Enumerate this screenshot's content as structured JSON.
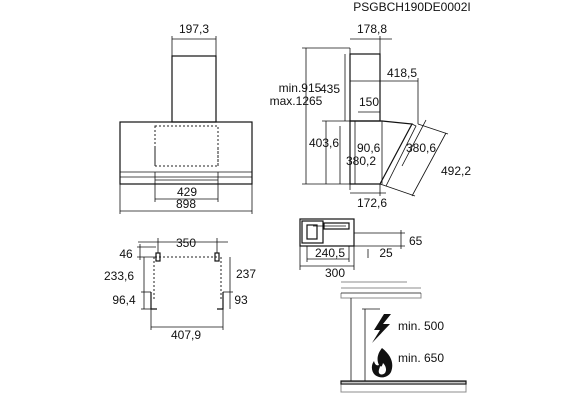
{
  "reference_code": "PSGBCH190DE0002I",
  "front_view": {
    "chimney_width": "197,3",
    "inner_width": "429",
    "total_width": "898"
  },
  "side_view": {
    "depth_top": "178,8",
    "height_label_min": "min.915",
    "height_label_max": "max.1265",
    "chimney_height": "435",
    "glass_depth": "418,5",
    "outlet": "150",
    "hood_height": "403,6",
    "inner_height": "380,2",
    "canopy_offset": "90,6",
    "glass_height": "380,6",
    "glass_width": "492,2",
    "bottom_depth": "172,6"
  },
  "bracket_view": {
    "top_width": "350",
    "top_offset": "46",
    "left_height": "233,6",
    "right_height": "237",
    "left_bottom": "96,4",
    "right_bottom": "93",
    "bottom_width": "407,9"
  },
  "top_view": {
    "height": "65",
    "offset": "25",
    "inner_width": "240,5",
    "outer_width": "300"
  },
  "clearance": {
    "electric_label": "min. 500",
    "gas_label": "min. 650",
    "electric_icon": "lightning-bolt-icon",
    "gas_icon": "flame-icon"
  }
}
